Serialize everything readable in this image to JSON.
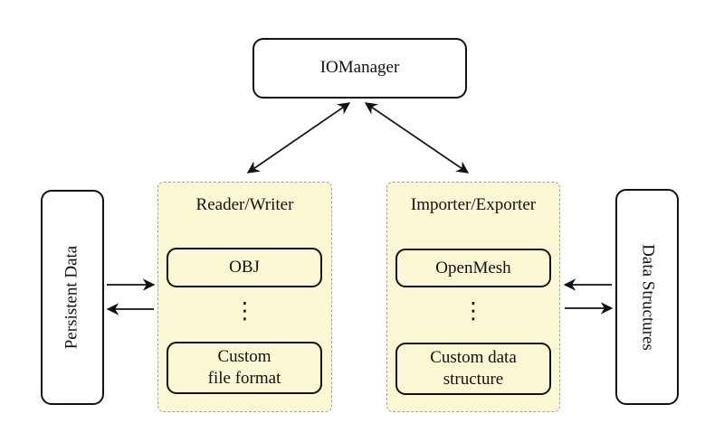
{
  "colors": {
    "background": "#ffffff",
    "node_fill": "#ffffff",
    "group_fill": "#fbf8d3",
    "group_border": "#a3a3a3",
    "node_border": "#111111",
    "arrow": "#111111"
  },
  "nodes": {
    "iomanager": {
      "label": "IOManager"
    },
    "persistent_data": {
      "label": "Persistent Data"
    },
    "data_structures": {
      "label": "Data Structures"
    },
    "reader_writer": {
      "label": "Reader/Writer",
      "ellipsis": "⋮",
      "items": [
        {
          "label": "OBJ"
        },
        {
          "label": "Custom\nfile format"
        }
      ]
    },
    "importer_exporter": {
      "label": "Importer/Exporter",
      "ellipsis": "⋮",
      "items": [
        {
          "label": "OpenMesh"
        },
        {
          "label": "Custom data\nstructure"
        }
      ]
    }
  },
  "arrows": [
    {
      "name": "iomanager-reader-writer",
      "type": "bidirectional"
    },
    {
      "name": "iomanager-importer-exporter",
      "type": "bidirectional"
    },
    {
      "name": "persistent-data-to-reader-writer",
      "type": "single"
    },
    {
      "name": "reader-writer-to-persistent-data",
      "type": "single"
    },
    {
      "name": "data-structures-to-importer-exporter",
      "type": "single"
    },
    {
      "name": "importer-exporter-to-data-structures",
      "type": "single"
    }
  ]
}
